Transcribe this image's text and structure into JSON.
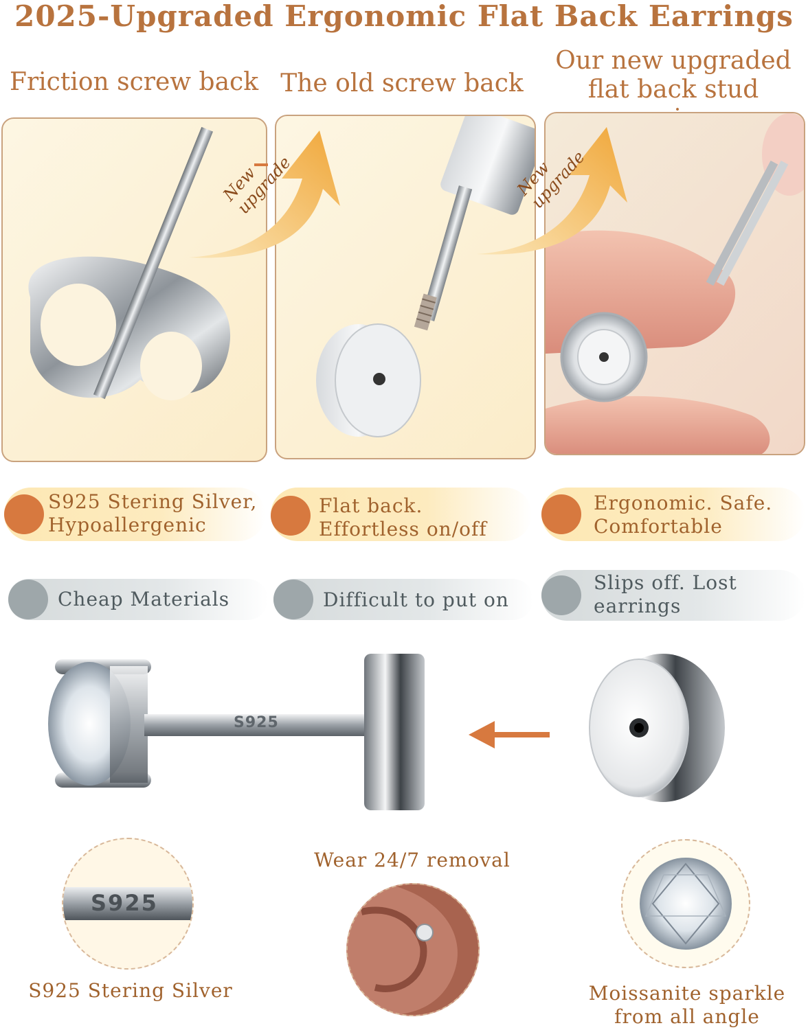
{
  "title": "2025-Upgraded Ergonomic Flat Back Earrings",
  "columns": [
    {
      "heading": "Friction screw back"
    },
    {
      "heading": "The old screw back"
    },
    {
      "heading": "Our new upgraded flat back stud earrings"
    }
  ],
  "arrow_labels": [
    "New upgrade",
    "New upgrade"
  ],
  "stamp": "S925",
  "good_pills": [
    {
      "line1": "S925 Stering Silver,",
      "line2": "Hypoallergenic"
    },
    {
      "line1": "Flat back.",
      "line2": "Effortless on/off"
    },
    {
      "line1": "Ergonomic. Safe.",
      "line2": "Comfortable"
    }
  ],
  "bad_pills": [
    {
      "line1": "Cheap Materials",
      "line2": ""
    },
    {
      "line1": "Difficult to put on",
      "line2": ""
    },
    {
      "line1": "Slips off. Lost",
      "line2": "earrings"
    }
  ],
  "features": [
    {
      "caption_line1": "S925 Stering Silver",
      "caption_line2": ""
    },
    {
      "caption_line1": "Wear 24/7  removal",
      "caption_line2": ""
    },
    {
      "caption_line1": "Moissanite sparkle",
      "caption_line2": "from all angle"
    }
  ],
  "colors": {
    "accent": "#b8733e",
    "good_dot": "#d7793f",
    "bad_dot": "#9ea7aa",
    "panel_border": "#c9a27e"
  }
}
